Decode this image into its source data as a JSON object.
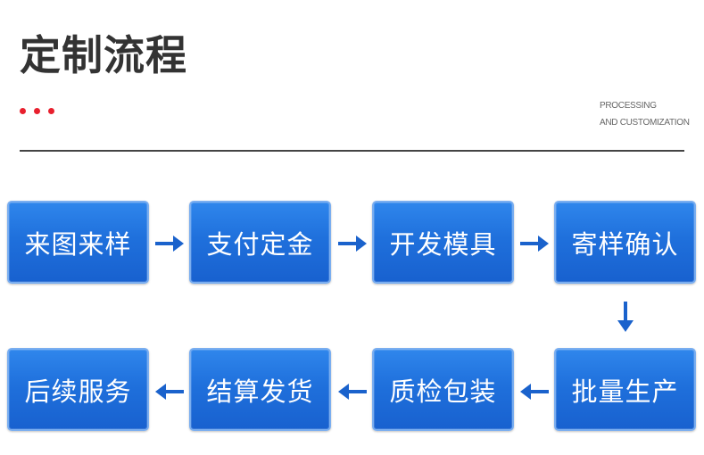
{
  "header": {
    "title": "定制流程",
    "subtitle_line1": "PROCESSING",
    "subtitle_line2": "AND CUSTOMIZATION",
    "dot_color": "#e8202e"
  },
  "process": {
    "steps": [
      {
        "label": "来图来样"
      },
      {
        "label": "支付定金"
      },
      {
        "label": "开发模具"
      },
      {
        "label": "寄样确认"
      },
      {
        "label": "批量生产"
      },
      {
        "label": "质检包装"
      },
      {
        "label": "结算发货"
      },
      {
        "label": "后续服务"
      }
    ],
    "box_color": "#1f70dc",
    "border_color": "#7aaef0",
    "arrow_color": "#1a62cc",
    "arrow_icons": [
      "arrow-right-icon",
      "arrow-down-icon",
      "arrow-left-icon"
    ]
  }
}
